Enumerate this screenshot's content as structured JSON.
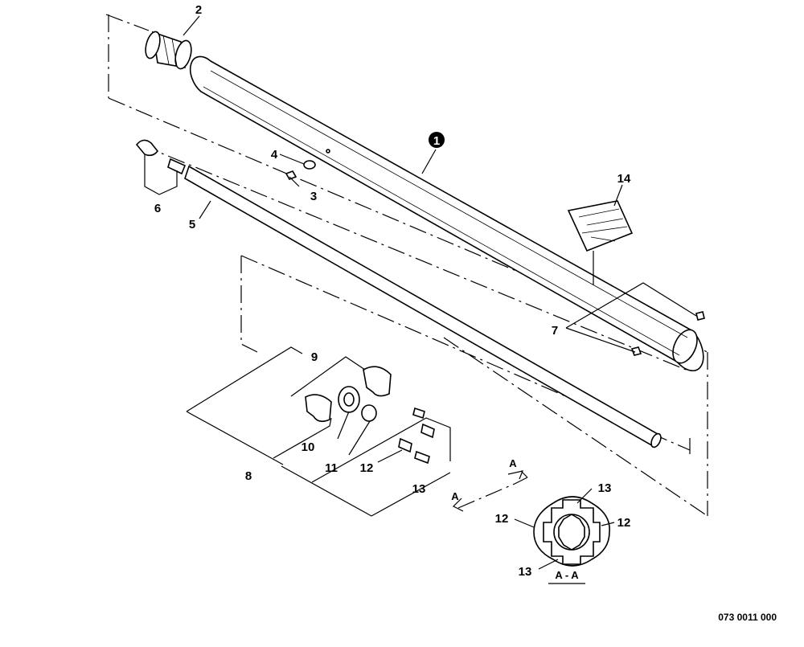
{
  "callouts": {
    "c1": "1",
    "c2": "2",
    "c3": "3",
    "c4": "4",
    "c5": "5",
    "c6": "6",
    "c7": "7",
    "c8": "8",
    "c9": "9",
    "c10": "10",
    "c11": "11",
    "c12": "12",
    "c13": "13",
    "c14": "14"
  },
  "section": {
    "arrow_label_top": "A",
    "arrow_label_bottom": "A",
    "view_label": "A - A",
    "callout_13_top": "13",
    "callout_13_bottom": "13",
    "callout_12_left": "12",
    "callout_12_right": "12"
  },
  "document_number": "073 0011 000"
}
